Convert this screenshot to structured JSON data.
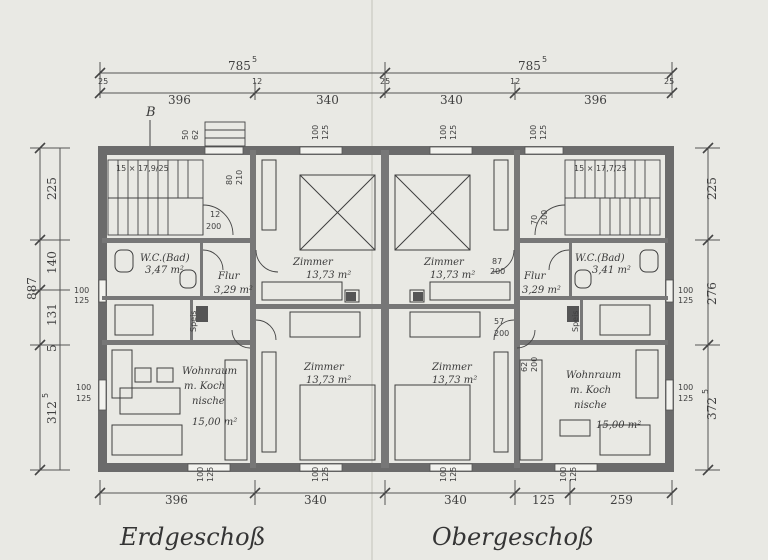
{
  "dimensions": {
    "overall_top": "785",
    "overall_top_sup": "5",
    "overall_top_right": "785",
    "overall_top_right_sup": "5",
    "top_segments": [
      "396",
      "340",
      "340",
      "396"
    ],
    "bottom_segments": [
      "396",
      "340",
      "340",
      "125",
      "259"
    ],
    "left_total": "887",
    "left_segments": [
      "225",
      "140",
      "131",
      "5",
      "312"
    ],
    "left_segment_sup": "5",
    "right_segments": [
      "225",
      "276",
      "372"
    ],
    "right_segment_sup": "5",
    "wall_marks": [
      "25",
      "12",
      "25",
      "12",
      "25"
    ]
  },
  "openings": {
    "window_top": [
      "100",
      "125"
    ],
    "window_side": [
      "100",
      "125"
    ],
    "door_small": [
      "62",
      "200"
    ],
    "door_mid": [
      "87",
      "200"
    ],
    "door_inner": [
      "57",
      "200"
    ],
    "door_tall": [
      "80",
      "210"
    ],
    "door_w": [
      "70",
      "200"
    ],
    "door_w2": [
      "12",
      "200"
    ],
    "pass": [
      "50",
      "62"
    ]
  },
  "stairs": {
    "left": "15 × 17,9/25",
    "right": "15 × 17,7/25"
  },
  "rooms": {
    "wc_left": {
      "name": "W.C.(Bad)",
      "area": "3,47 m²"
    },
    "wc_right": {
      "name": "W.C.(Bad)",
      "area": "3,41 m²"
    },
    "flur_left": {
      "name": "Flur",
      "area": "3,29 m²"
    },
    "flur_right": {
      "name": "Flur",
      "area": "3,29 m²"
    },
    "zimmer_tl": {
      "name": "Zimmer",
      "area": "13,73 m²"
    },
    "zimmer_tr": {
      "name": "Zimmer",
      "area": "13,73 m²"
    },
    "zimmer_bl": {
      "name": "Zimmer",
      "area": "13,73 m²"
    },
    "zimmer_br": {
      "name": "Zimmer",
      "area": "13,73 m²"
    },
    "wohn_left": {
      "line1": "Wohnraum",
      "line2": "m. Koch",
      "line3": "nische",
      "area": "15,00 m²"
    },
    "wohn_right": {
      "line1": "Wohnraum",
      "line2": "m. Koch",
      "line3": "nische",
      "area": "15,00 m²"
    },
    "speis": "Speis"
  },
  "labels": {
    "section_mark": "B",
    "ground_floor": "Erdgeschoß",
    "upper_floor": "Obergeschoß"
  }
}
